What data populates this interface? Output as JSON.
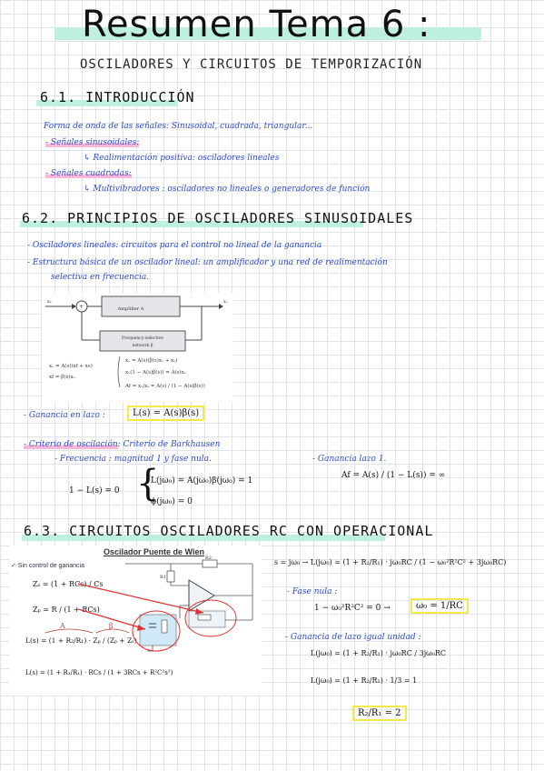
{
  "header": {
    "title": "Resumen Tema 6 :",
    "subtitle": "OSCILADORES Y CIRCUITOS DE TEMPORIZACIÓN"
  },
  "s61": {
    "heading": "6.1. INTRODUCCIÓN",
    "l1": "Forma de onda de las señales: Sinusoidal, cuadrada, triangular...",
    "l2": "- Señales sinusoidales:",
    "l3": "↳ Realimentación positiva: osciladores lineales",
    "l4": "- Señales cuadradas:",
    "l5": "↳ Multivibradores : osciladores no lineales o generadores de función"
  },
  "s62": {
    "heading": "6.2. PRINCIPIOS DE OSCILADORES SINUSOIDALES",
    "l1": "- Osciladores lineales: circuitos para el control no lineal de la ganancia",
    "l2": "- Estructura básica de un oscilador lineal: un amplificador y una red de realimentación",
    "l3": "selectiva en frecuencia.",
    "diagram": {
      "amp": "Amplifier A",
      "net_l1": "Frequency-selective",
      "net_l2": "network β",
      "xs": "xₛ",
      "xo": "xₒ",
      "plus": "+",
      "eq1": "xₒ = A(s)(xf + xs)",
      "eq2": "xf = β(s)xₒ",
      "eq3": "xₒ = A(s)(β(s)xₒ + xₛ)",
      "eq4": "xₒ(1 − A(s)β(s)) = A(s)xₛ",
      "eq5": "Af = xₒ/xₛ = A(s) / (1 − A(s)β(s))"
    },
    "gain_label": "- Ganancia en lazo :",
    "gain_eq": "L(s) = A(s)β(s)",
    "crit_label": "- Criterio de oscilación",
    "crit_rest": ": Criterio de Barkhausen",
    "freq": "- Frecuencia : magnitud 1 y fase nula.",
    "cond_left": "1 − L(s) = 0",
    "cond1": "L(jω₀) = A(jω₀)β(jω₀) = 1",
    "cond2": "ϕ(jω₀) = 0",
    "lazo_label": "- Ganancia lazo 1.",
    "af_eq": "Af = A(s) / (1 − L(s)) = ∞"
  },
  "s63": {
    "heading": "6.3. CIRCUITOS OSCILADORES RC CON OPERACIONAL",
    "wien_title": "Oscilador Puente de Wien",
    "wien_sub": "✓ Sin control de ganancia",
    "zs": "Zₛ = (1 + RCs) / Cs",
    "zp": "Zₚ = R / (1 + RCs)",
    "ls1": "L(s) = (1 + R₂/R₁) · Zₚ / (Zₚ + Zₛ)",
    "ls2": "L(s) = (1 + R₂/R₁) · RCs / (1 + 3RCs + R²C²s²)",
    "ann_a": "A",
    "ann_b": "β",
    "r1": "R1",
    "r2": "R2",
    "sub": "s = jω₀ → L(jω₀) = (1 + R₂/R₁) · jω₀RC / (1 − ω₀²R²C² + 3jω₀RC)",
    "fase": "- Fase nula :",
    "fase_eq": "1 − ω₀²R²C² = 0 →",
    "w0": "ω₀ = 1/RC",
    "gan_u": "- Ganancia de lazo igual unidad :",
    "lj1": "L(jω₀) = (1 + R₂/R₁) · jω₀RC / 3jω₀RC",
    "lj2": "L(jω₀) = (1 + R₂/R₁) · 1/3 = 1",
    "ratio": "R₂/R₁ = 2"
  }
}
